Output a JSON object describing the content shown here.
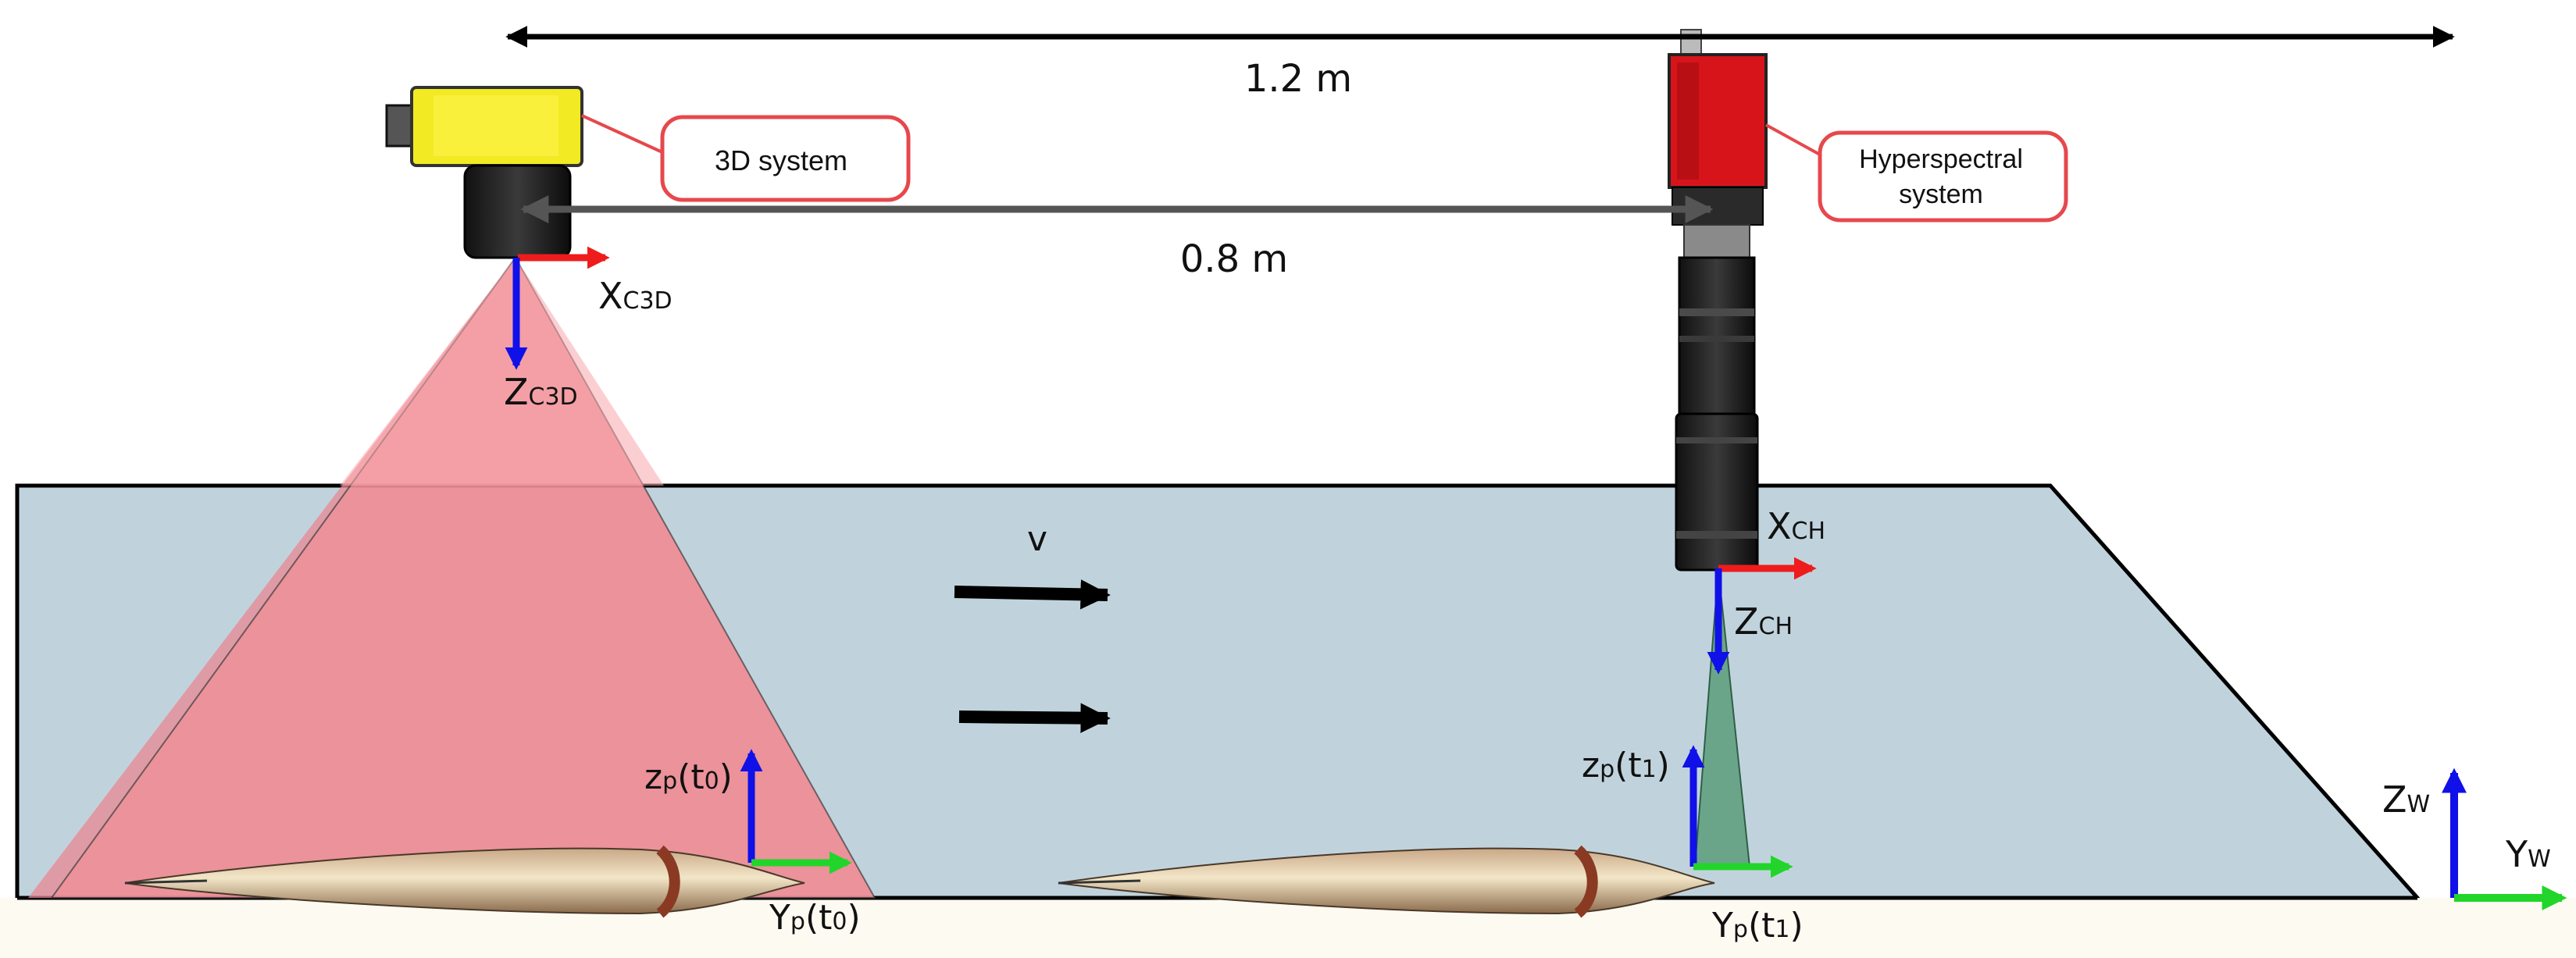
{
  "dimensions": {
    "total": "1.2 m",
    "cameras": "0.8 m"
  },
  "callouts": {
    "three_d": "3D system",
    "hyper_line1": "Hyperspectral",
    "hyper_line2": "system"
  },
  "velocity": "v",
  "axes": {
    "x_c3d": {
      "main": "X",
      "sub": "C3D"
    },
    "z_c3d": {
      "main": "Z",
      "sub": "C3D"
    },
    "x_ch": {
      "main": "X",
      "sub": "CH"
    },
    "z_ch": {
      "main": "Z",
      "sub": "CH"
    },
    "zp_t0": {
      "main": "z",
      "sub": "p",
      "paren": "(t",
      "idx": "0",
      "close": ")"
    },
    "yp_t0": {
      "main": "Y",
      "sub": "p",
      "paren": "(t",
      "idx": "0",
      "close": ")"
    },
    "zp_t1": {
      "main": "z",
      "sub": "p",
      "paren": "(t",
      "idx": "1",
      "close": ")"
    },
    "yp_t1": {
      "main": "Y",
      "sub": "p",
      "paren": "(t",
      "idx": "1",
      "close": ")"
    },
    "z_w": {
      "main": "Z",
      "sub": "W"
    },
    "y_w": {
      "main": "Y",
      "sub": "W"
    }
  },
  "colors": {
    "belt": "#c0d3dd",
    "laser": "#f08a91",
    "hyper_fov": "#6aa58a",
    "camera_3d": "#f2ea22",
    "camera_hyper": "#d8141b",
    "axis_x": "#ee1c1c",
    "axis_z": "#1010e8",
    "axis_y": "#22d52a",
    "callout_border": "#e6484c"
  }
}
